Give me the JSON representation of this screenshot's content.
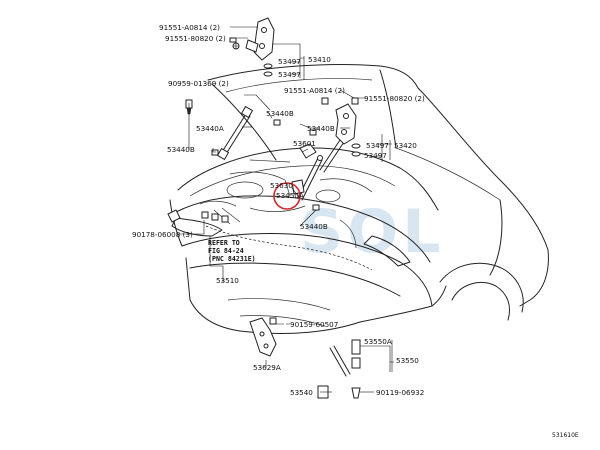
{
  "watermark": "SOL",
  "callouts": {
    "bolt_hinge_upper_a": "91551-A0814 (2)",
    "bolt_hinge_upper_b": "91551-80820 (2)",
    "hinge_left": "53410",
    "spacer_left_1": "53497",
    "spacer_left_2": "53497",
    "clip_support": "90959-01369 (2)",
    "bolt_hinge_right_a": "91551-A0814 (2)",
    "bolt_hinge_right_b": "91551-80820 (2)",
    "hood_support_left": "53440A",
    "bracket_left_1": "53440B",
    "hood_support_right": "53440B",
    "bracket_left_2": "53440B",
    "spacer_right_1": "53497",
    "hinge_right": "53420",
    "spacer_right_2": "53497",
    "hood_lock": "53601",
    "hood_stay_a": "53630",
    "hood_stay_b": "53450A",
    "bracket_lower": "53440B",
    "clip_lower": "90178-06008 (3)",
    "refer_line1": "REFER TO",
    "refer_line2": "FIG 84-24",
    "refer_line3": "(PNC 84231E)",
    "seal": "53510",
    "bolt_bracket": "90159-60507",
    "bracket_front": "53629A",
    "cushion_a": "53550A",
    "cushion_b": "53550",
    "bumper_stop": "53540",
    "bolt_lower_right": "90119-06932",
    "figure_number": "531610E"
  },
  "colors": {
    "line": "#222222",
    "highlight_circle": "#d8282c",
    "watermark": "#b9d3e6"
  }
}
